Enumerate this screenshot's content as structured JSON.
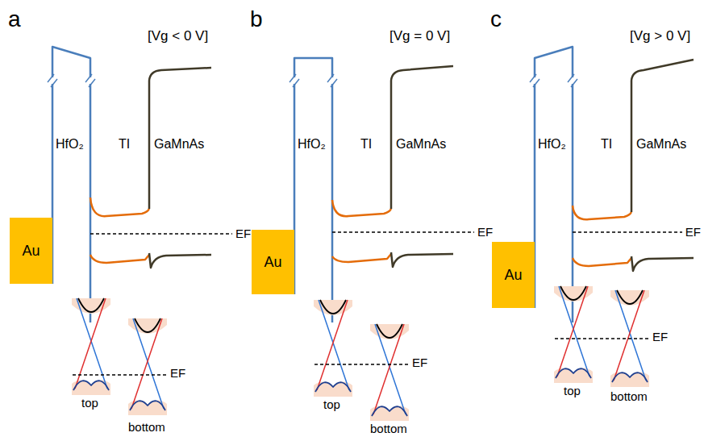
{
  "diagram": {
    "nodes": [
      {
        "text": [
          "Au"
        ]
      },
      {
        "text": [
          "Au"
        ]
      },
      {
        "text": [
          "Au"
        ]
      }
    ],
    "labels": [
      "a",
      "[Vg < 0 V]",
      "HfO₂",
      "TI",
      "GaMnAs",
      "EF",
      "EF",
      "top",
      "bottom",
      "b",
      "[Vg = 0 V]",
      "HfO₂",
      "TI",
      "GaMnAs",
      "EF",
      "EF",
      "top",
      "bottom",
      "c",
      "[Vg > 0 V]",
      "HfO₂",
      "TI",
      "GaMnAs",
      "EF",
      "EF",
      "top",
      "bottom"
    ]
  }
}
